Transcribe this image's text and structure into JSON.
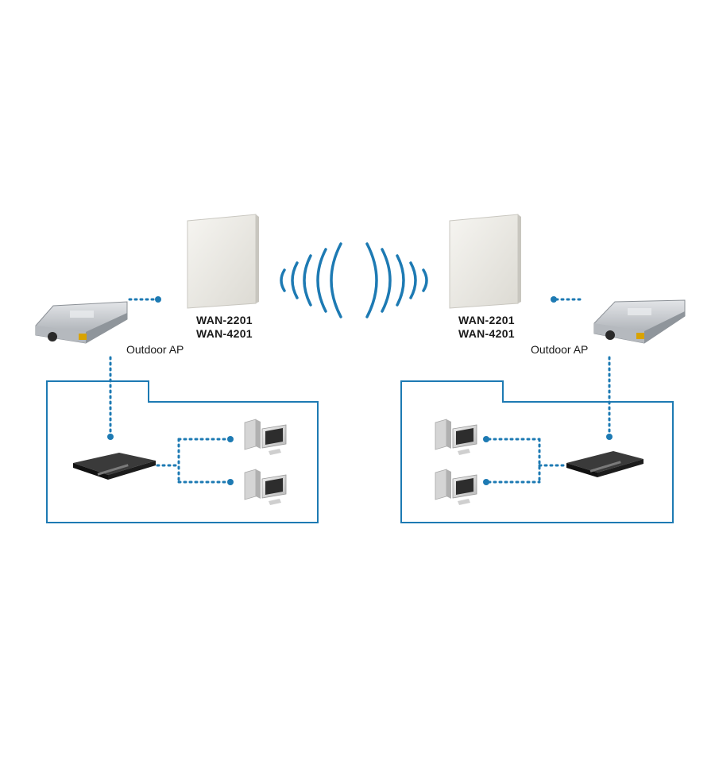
{
  "antenna_left": {
    "model_line1": "WAN-2201",
    "model_line2": "WAN-4201"
  },
  "antenna_right": {
    "model_line1": "WAN-2201",
    "model_line2": "WAN-4201"
  },
  "outdoor_ap_left": {
    "label": "Outdoor AP"
  },
  "outdoor_ap_right": {
    "label": "Outdoor AP"
  },
  "colors": {
    "link": "#1d7ab3",
    "network_box": "#1d7ab3",
    "antenna_panel": "#ecebe6",
    "switch_body": "#1c1c1c",
    "ap_body": "#c9ccd0"
  }
}
